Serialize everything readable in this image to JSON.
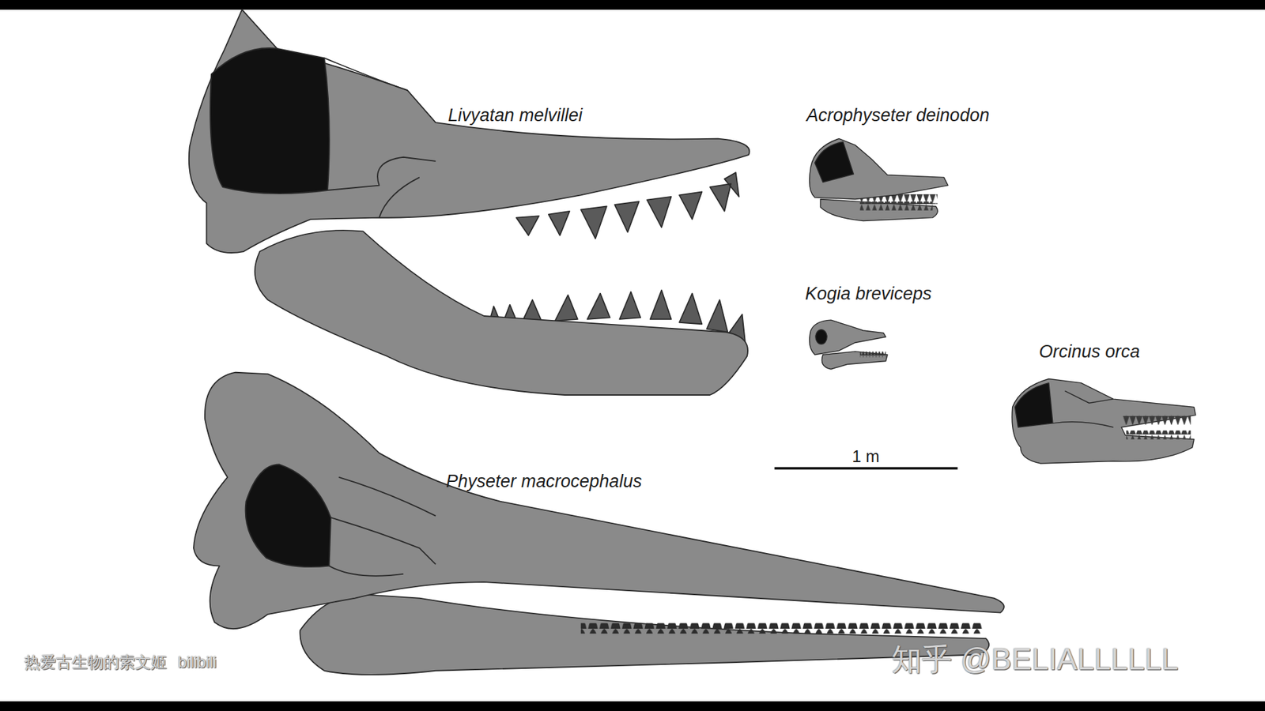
{
  "diagram": {
    "labels": [
      "Livyatan melvillei",
      "Acrophyseter deinodon",
      "Kogia breviceps",
      "Orcinus orca",
      "1 m",
      "Physeter macrocephalus",
      "热爱古生物的索文姬",
      "bilibili",
      "知乎 @BELIALLLLLL"
    ]
  }
}
